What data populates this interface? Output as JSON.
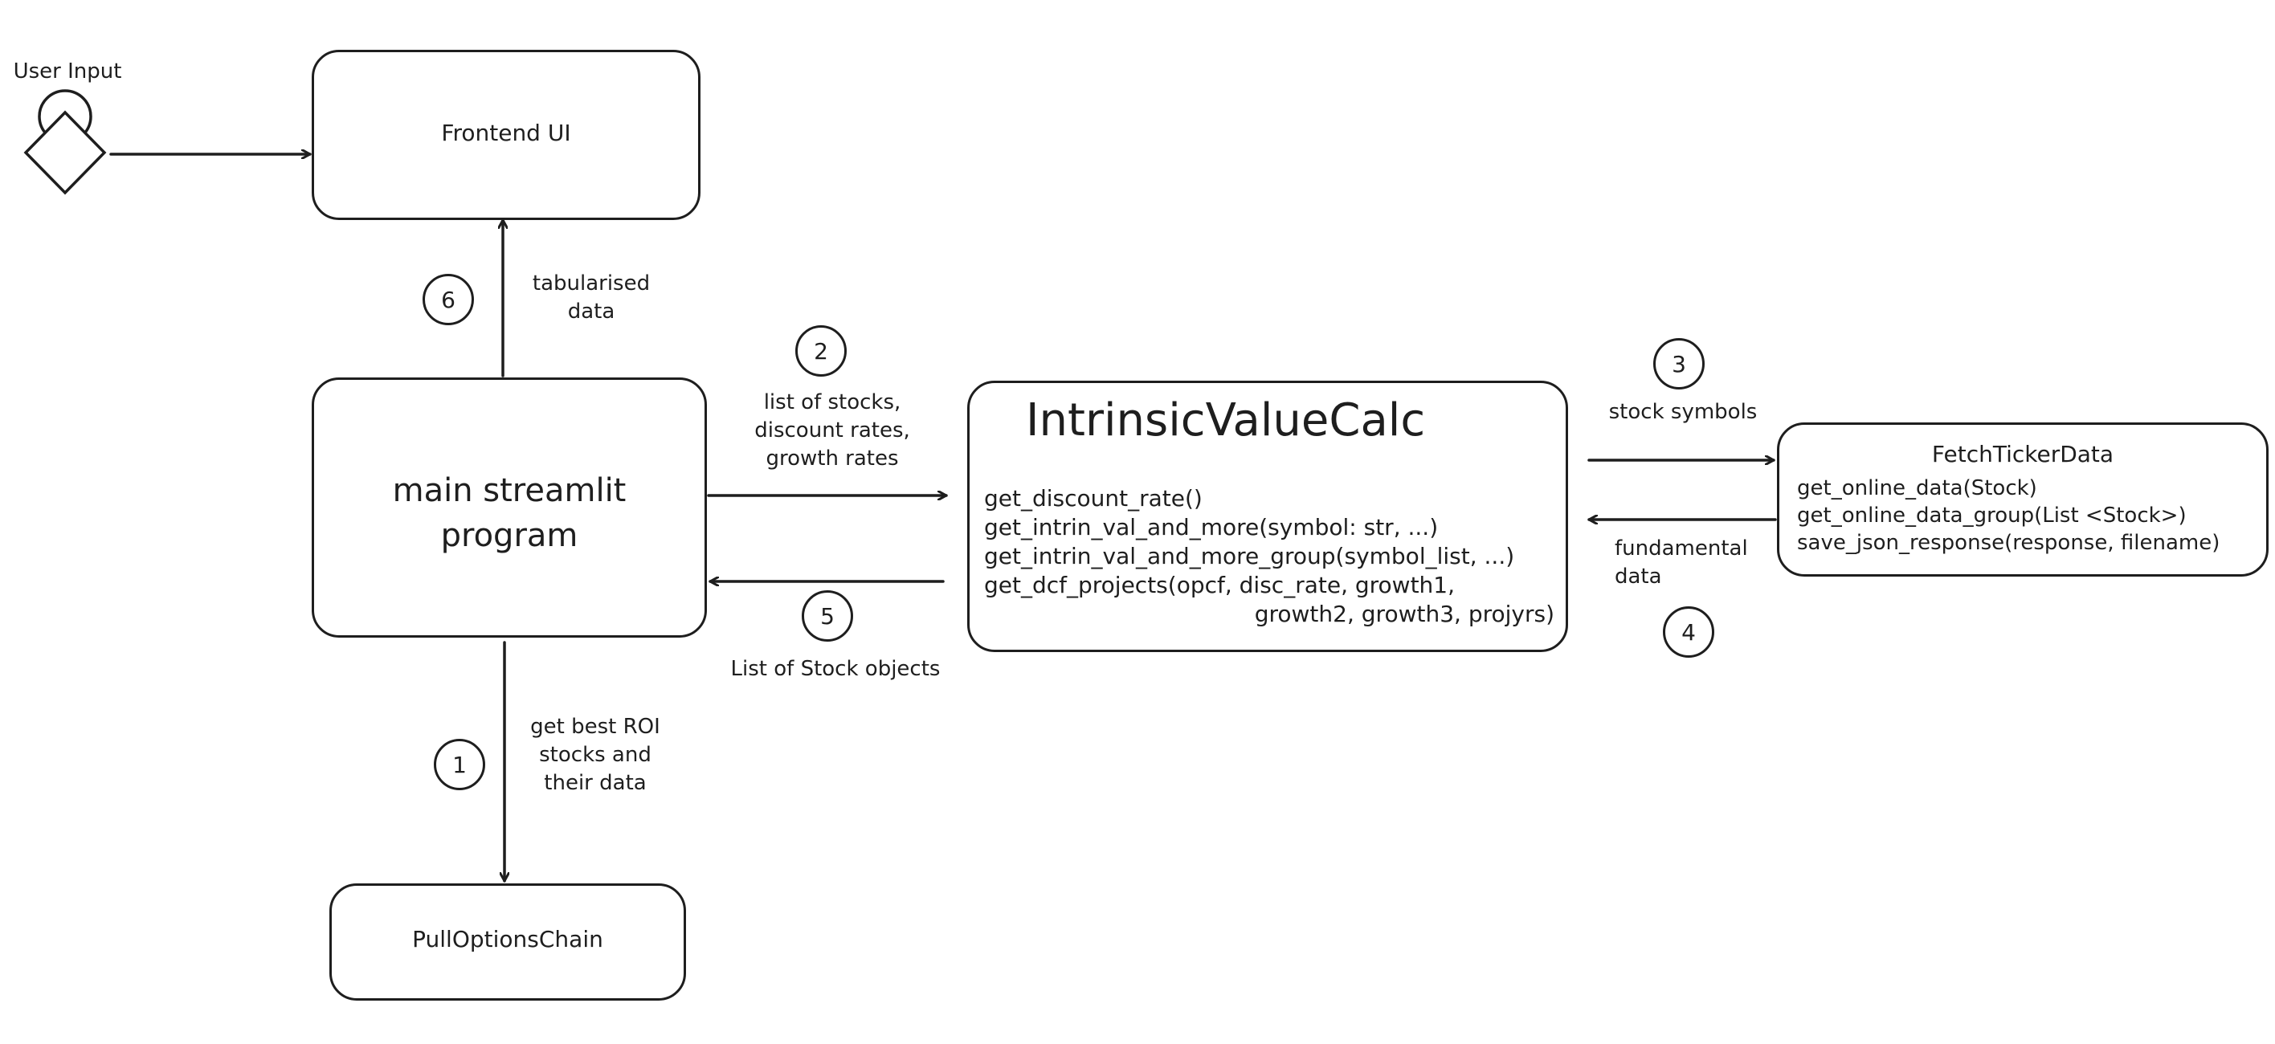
{
  "actor": {
    "label": "User Input"
  },
  "frontend": {
    "title": "Frontend UI"
  },
  "main_program": {
    "title_line1": "main streamlit",
    "title_line2": "program"
  },
  "intrinsic": {
    "title": "IntrinsicValueCalc",
    "methods": [
      "get_discount_rate()",
      "get_intrin_val_and_more(symbol: str, ...)",
      "get_intrin_val_and_more_group(symbol_list, ...)",
      "get_dcf_projects(opcf, disc_rate, growth1,"
    ],
    "method_continuation": "growth2, growth3, projyrs)"
  },
  "fetch": {
    "title": "FetchTickerData",
    "methods": [
      "get_online_data(Stock)",
      "get_online_data_group(List <Stock>)",
      "save_json_response(response, filename)"
    ]
  },
  "options": {
    "title": "PullOptionsChain"
  },
  "edges": {
    "step1": {
      "num": "1",
      "lines": [
        "get best ROI",
        "stocks and",
        "their data"
      ]
    },
    "step2": {
      "num": "2",
      "lines": [
        "list of stocks,",
        "discount rates,",
        "growth rates"
      ]
    },
    "step3": {
      "num": "3",
      "lines": [
        "stock symbols"
      ]
    },
    "step4": {
      "num": "4",
      "lines": [
        "fundamental",
        "data"
      ]
    },
    "step5": {
      "num": "5",
      "lines": [
        "List of Stock objects"
      ]
    },
    "step6": {
      "num": "6",
      "lines": [
        "tabularised",
        "data"
      ]
    }
  }
}
